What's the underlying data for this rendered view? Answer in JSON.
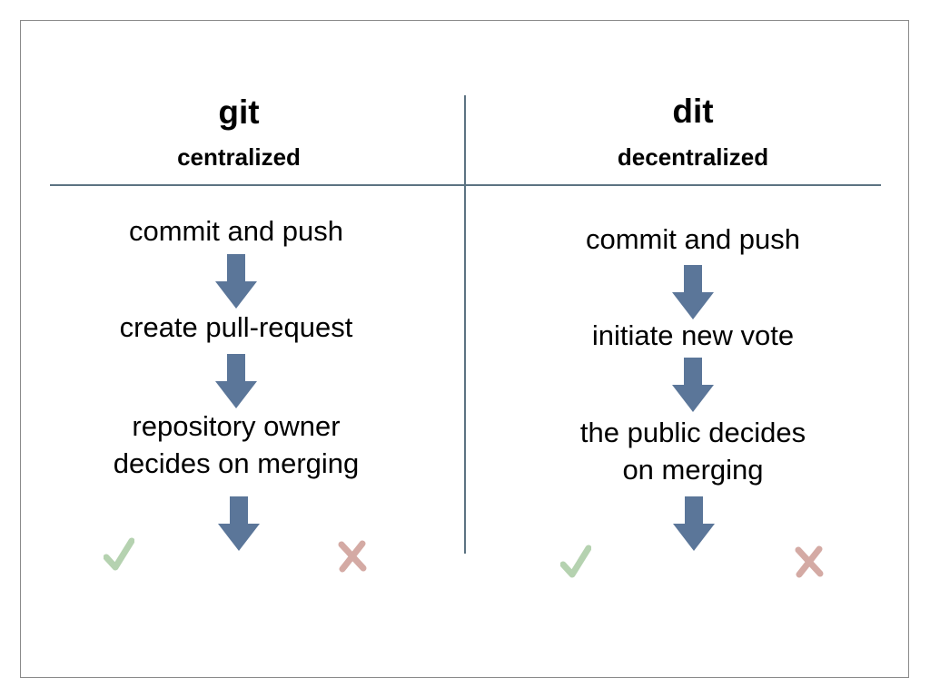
{
  "left": {
    "title": "git",
    "subtitle": "centralized",
    "steps": [
      "commit and push",
      "create pull-request",
      "repository owner\ndecides on merging"
    ]
  },
  "right": {
    "title": "dit",
    "subtitle": "decentralized",
    "steps": [
      "commit and push",
      "initiate new vote",
      "the public decides\non merging"
    ]
  },
  "colors": {
    "arrow": "#5b7699",
    "divider": "#5c7382",
    "check": "#b5d2b0",
    "cross": "#d4aaa4"
  },
  "icons": {
    "flow": "down-arrow-icon",
    "accept": "checkmark-icon",
    "reject": "cross-icon"
  }
}
